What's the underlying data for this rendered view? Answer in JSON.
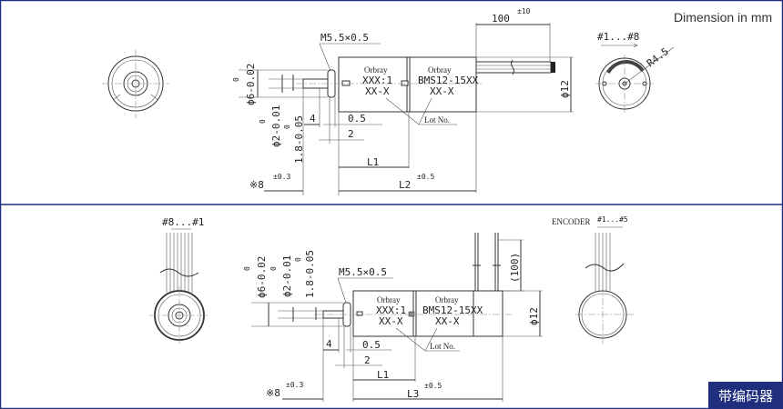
{
  "header": {
    "units_note": "Dimension in mm"
  },
  "top_drawing": {
    "thread": "M5.5×0.5",
    "cable_length": "100",
    "cable_tol": "±10",
    "diameter_body": "ϕ12",
    "gearhead_brand": "Orbray",
    "gearhead_ratio": "XXX:1",
    "gearhead_lot": "XX-X",
    "motor_brand": "Orbray",
    "motor_model": "BMS12-15XX",
    "motor_lot": "XX-X",
    "lot_label": "Lot No.",
    "dia_flange": "ϕ6-0.02",
    "dia_flange_upper": "0",
    "dia_shaft": "ϕ2-0.01",
    "dia_shaft_upper": "0",
    "flat": "1.8-0.05",
    "flat_upper": "0",
    "dim_4": "4",
    "dim_05": "0.5",
    "dim_2": "2",
    "L1": "L1",
    "L2": "L2",
    "L2_tol": "±0.5",
    "shaft_len": "※8",
    "shaft_tol": "±0.3",
    "pins": "#1...#8",
    "radius": "R4.5"
  },
  "bottom_drawing": {
    "thread": "M5.5×0.5",
    "cable_length": "(100)",
    "diameter_body": "ϕ12",
    "gearhead_brand": "Orbray",
    "gearhead_ratio": "XXX:1",
    "gearhead_lot": "XX-X",
    "motor_brand": "Orbray",
    "motor_model": "BMS12-15XX",
    "motor_lot": "XX-X",
    "lot_label": "Lot No.",
    "dia_flange": "ϕ6-0.02",
    "dia_flange_upper": "0",
    "dia_shaft": "ϕ2-0.01",
    "dia_shaft_upper": "0",
    "flat": "1.8-0.05",
    "flat_upper": "0",
    "dim_4": "4",
    "dim_05": "0.5",
    "dim_2": "2",
    "L1": "L1",
    "L3": "L3",
    "L3_tol": "±0.5",
    "shaft_len": "※8",
    "shaft_tol": "±0.3",
    "pins_motor": "#8...#1",
    "encoder_label": "ENCODER",
    "pins_encoder": "#1...#5"
  },
  "badge": {
    "label": "带编码器"
  },
  "colors": {
    "frame": "#1f2f7e",
    "line": "#333333"
  }
}
